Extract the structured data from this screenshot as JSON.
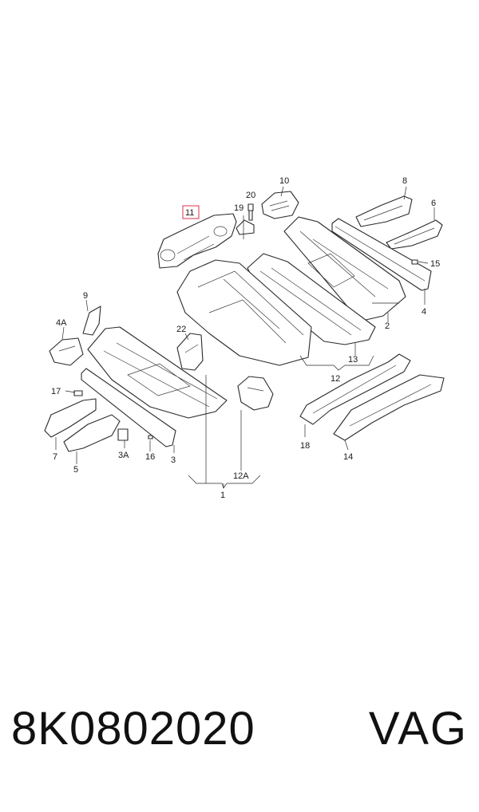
{
  "diagram": {
    "callouts": {
      "c1": "1",
      "c2": "2",
      "c3": "3",
      "c3a": "3A",
      "c4": "4",
      "c4a": "4A",
      "c5": "5",
      "c6": "6",
      "c7": "7",
      "c8": "8",
      "c9": "9",
      "c10": "10",
      "c11": "11",
      "c12": "12",
      "c12a": "12A",
      "c13": "13",
      "c14": "14",
      "c15": "15",
      "c16": "16",
      "c17": "17",
      "c18": "18",
      "c19": "19",
      "c20": "20",
      "c22": "22"
    },
    "highlight_color": "#e0304a"
  },
  "footer": {
    "part_number": "8K0802020",
    "brand": "VAG"
  }
}
